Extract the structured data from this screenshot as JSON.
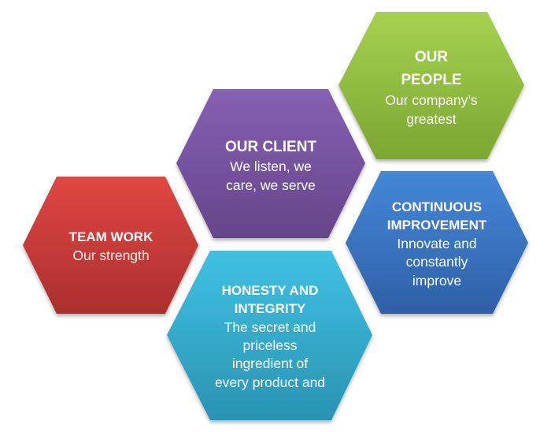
{
  "hexagons": [
    {
      "id": "our-people",
      "color": "#8dc63f",
      "heading": [
        "OUR",
        "PEOPLE"
      ],
      "body": [
        "Our company’s",
        "greatest"
      ]
    },
    {
      "id": "our-client",
      "color": "#7b55a6",
      "heading": [
        "OUR CLIENT"
      ],
      "body": [
        "We listen, we",
        "care, we serve"
      ]
    },
    {
      "id": "team-work",
      "color": "#d03b36",
      "heading": [
        "TEAM WORK"
      ],
      "body": [
        "Our strength"
      ]
    },
    {
      "id": "continuous-improvement",
      "color": "#3c78c8",
      "heading": [
        "CONTINUOUS",
        "IMPROVEMENT"
      ],
      "body": [
        "Innovate and",
        "constantly",
        "improve"
      ]
    },
    {
      "id": "honesty-integrity",
      "color": "#35b0d4",
      "heading": [
        "HONESTY AND",
        "INTEGRITY"
      ],
      "body": [
        "The secret and",
        "priceless",
        "ingredient of",
        "every product and"
      ]
    }
  ]
}
